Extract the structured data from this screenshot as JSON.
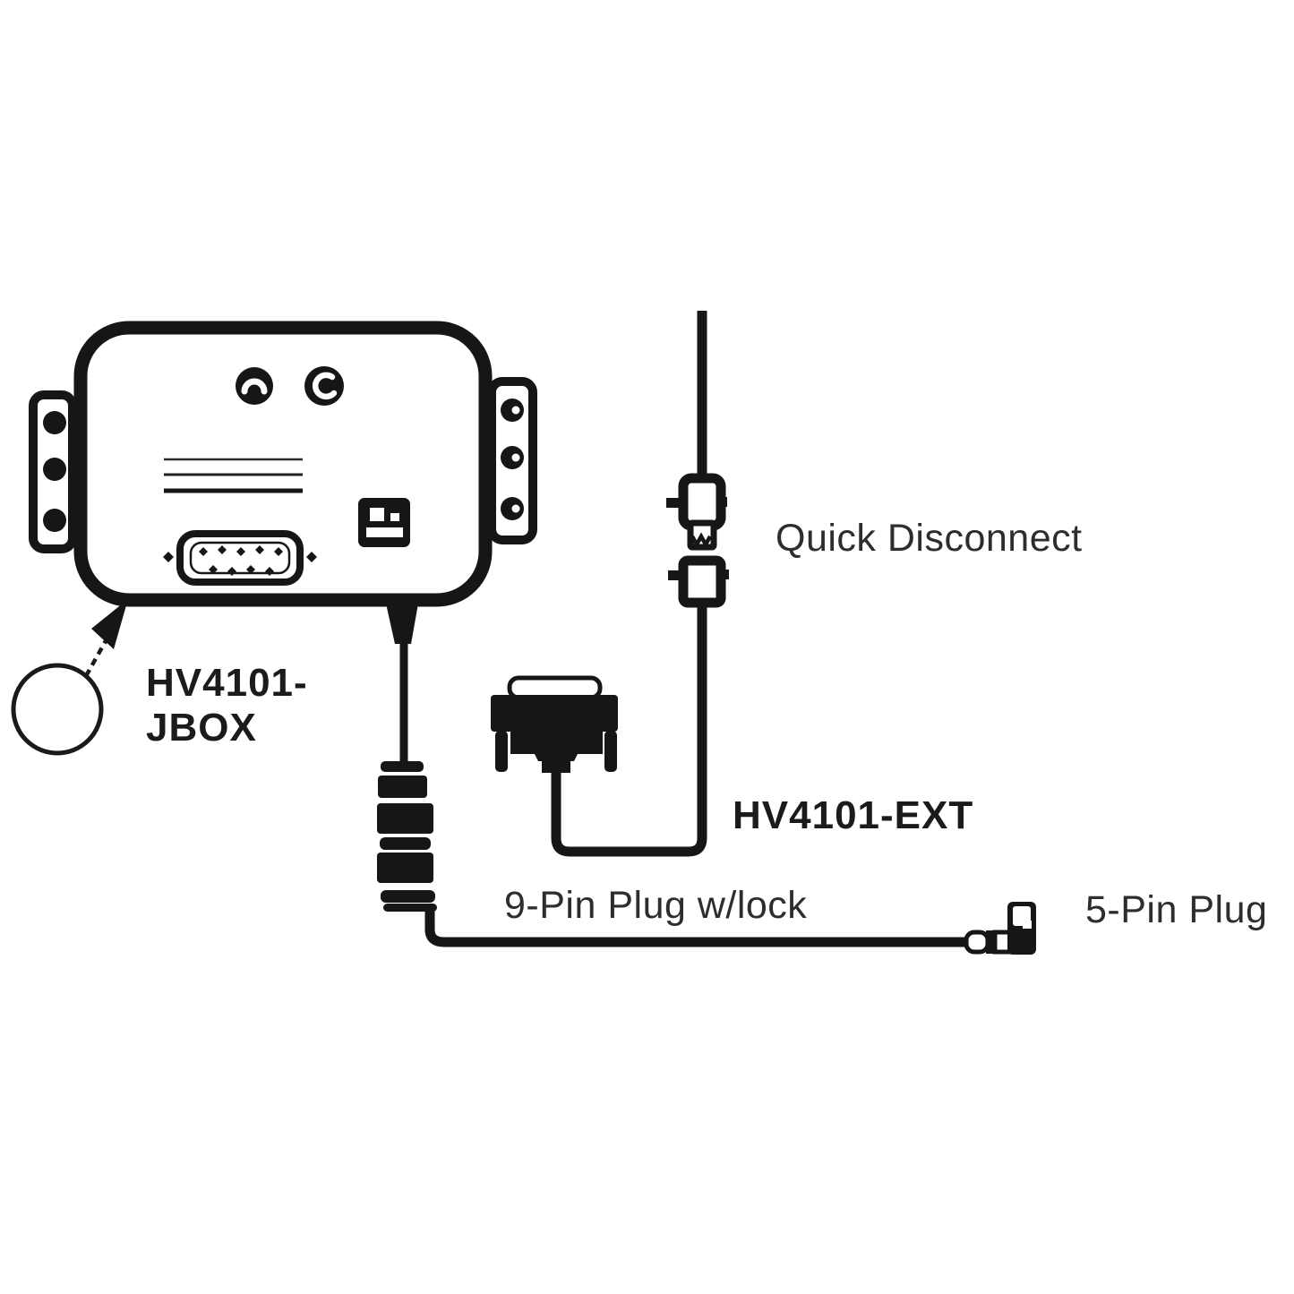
{
  "labels": {
    "jbox_line1": "HV4101-",
    "jbox_line2": "JBOX",
    "ext": "HV4101-EXT",
    "quick_disconnect": "Quick Disconnect",
    "nine_pin_plug": "9-Pin Plug w/lock",
    "five_pin_plug": "5-Pin Plug"
  },
  "components": {
    "junction_box": "junction-box",
    "left_bracket": "mounting-bracket-left",
    "right_bracket": "mounting-bracket-right",
    "dsub_port": "9-pin-dsub-port",
    "quick_disconnect": "quick-disconnect-connector-pair",
    "ext_connector": "hv4101-ext-cable-connector",
    "nine_pin_plug": "9-pin-plug-with-lock",
    "five_pin_plug": "5-pin-right-angle-plug",
    "callout": "callout-circle-with-arrow"
  },
  "colors": {
    "ink": "#161616",
    "label_text": "#2d2d2d",
    "part_number_text": "#1b1b1b",
    "background": "#ffffff"
  }
}
